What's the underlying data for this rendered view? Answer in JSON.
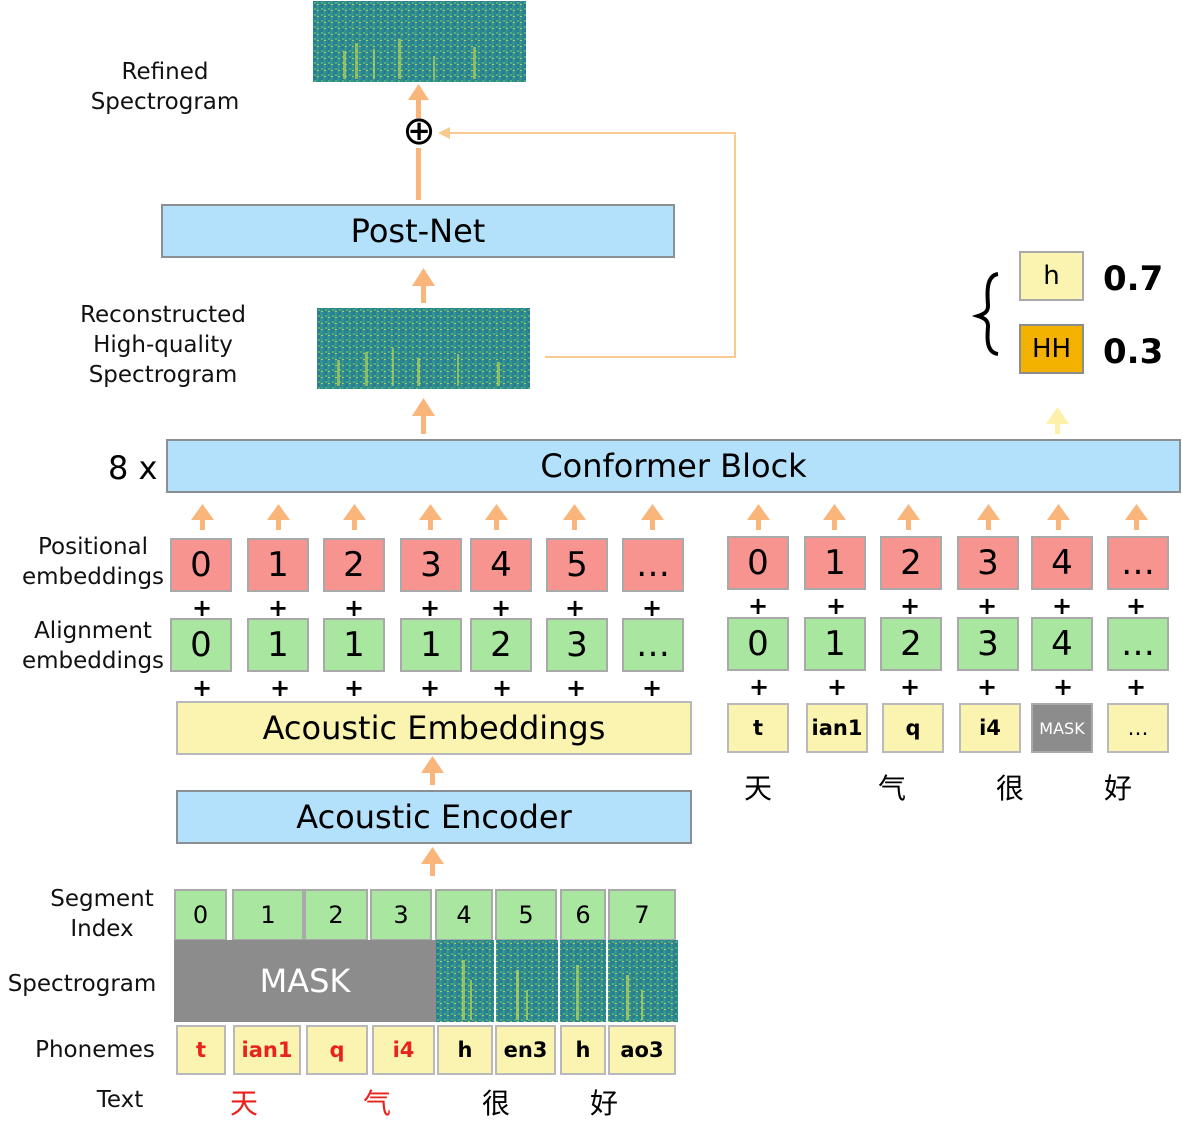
{
  "labels": {
    "refined": [
      "Refined",
      "Spectrogram"
    ],
    "reconstructed": [
      "Reconstructed",
      "High-quality",
      "Spectrogram"
    ],
    "positional": [
      "Positional",
      "embeddings"
    ],
    "alignment": [
      "Alignment",
      "embeddings"
    ],
    "segment_index": [
      "Segment",
      "Index"
    ],
    "spectrogram": "Spectrogram",
    "phonemes": "Phonemes",
    "text": "Text",
    "repeat": "8 x"
  },
  "blocks": {
    "post_net": "Post-Net",
    "conformer": "Conformer Block",
    "acoustic_embeddings": "Acoustic Embeddings",
    "acoustic_encoder": "Acoustic Encoder",
    "mask": "MASK"
  },
  "left_positional": [
    "0",
    "1",
    "2",
    "3",
    "4",
    "5",
    "…"
  ],
  "left_alignment": [
    "0",
    "1",
    "1",
    "1",
    "2",
    "3",
    "…"
  ],
  "right_positional": [
    "0",
    "1",
    "2",
    "3",
    "4",
    "…"
  ],
  "right_alignment": [
    "0",
    "1",
    "2",
    "3",
    "4",
    "…"
  ],
  "right_phonemes": [
    "t",
    "ian1",
    "q",
    "i4",
    "MASK",
    "…"
  ],
  "right_chars": [
    "天",
    "气",
    "很",
    "好"
  ],
  "segment_indices": [
    "0",
    "1",
    "2",
    "3",
    "4",
    "5",
    "6",
    "7"
  ],
  "bottom_phonemes": [
    "t",
    "ian1",
    "q",
    "i4",
    "h",
    "en3",
    "h",
    "ao3"
  ],
  "bottom_chars": [
    "天",
    "气",
    "很",
    "好"
  ],
  "predictions": [
    {
      "label": "h",
      "prob": "0.7"
    },
    {
      "label": "HH",
      "prob": "0.3"
    }
  ],
  "plus_sign": "+",
  "sum_symbol": "⊕",
  "colors": {
    "blue_block": "#b3e0fb",
    "yellow_block": "#fbf4b0",
    "pos_cell": "#f89490",
    "align_cell": "#a9e6a0",
    "mask": "#8c8c8c",
    "arrow": "#f9b57a",
    "red_text": "#e8231c",
    "hh_box": "#f3b200"
  }
}
